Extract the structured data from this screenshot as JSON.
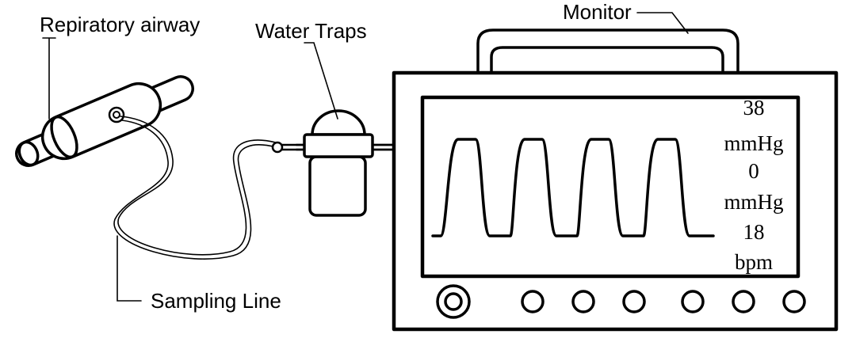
{
  "labels": {
    "airway": "Repiratory airway",
    "water_traps": "Water Traps",
    "monitor": "Monitor",
    "sampling_line": "Sampling Line"
  },
  "monitor_readout": {
    "value1": "38",
    "unit1": "mmHg",
    "value2": "0",
    "unit2": "mmHg",
    "value3": "18",
    "unit3": "bpm"
  },
  "waveform": {
    "cycles": 4
  },
  "buttons": {
    "dial_count": 1,
    "round_button_count": 6
  },
  "colors": {
    "line": "#000000",
    "background": "#ffffff"
  }
}
